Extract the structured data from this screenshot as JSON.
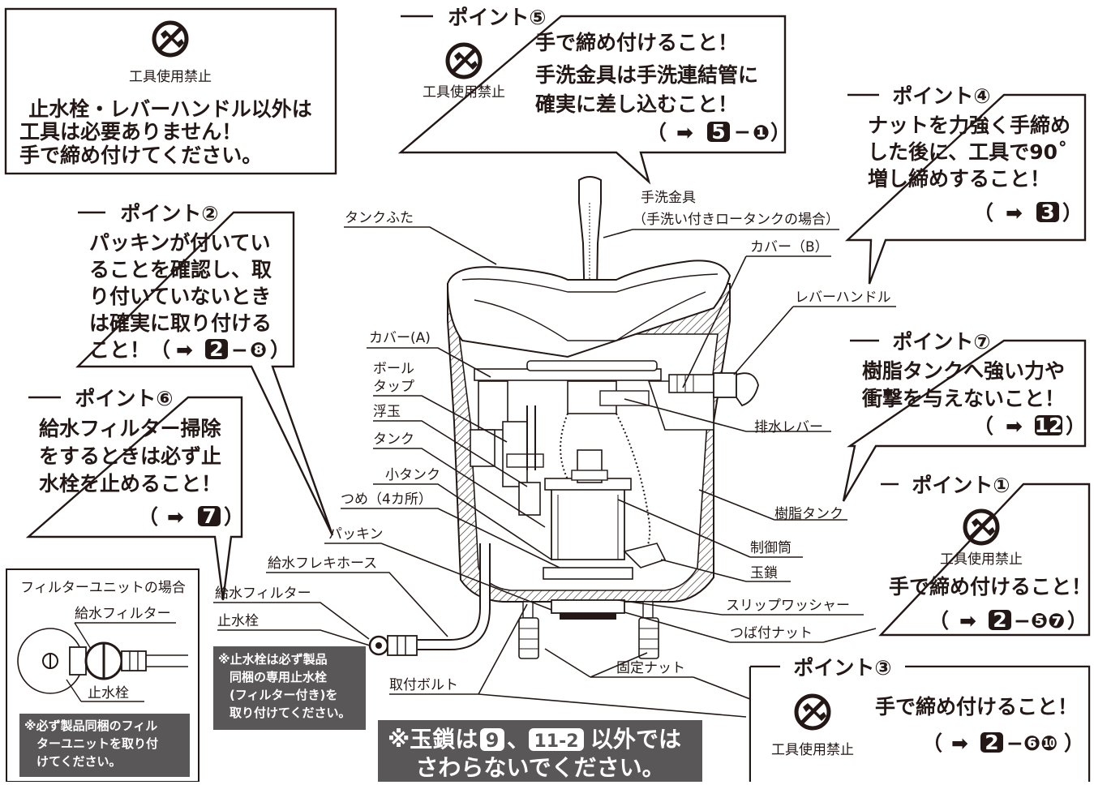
{
  "top_left": {
    "caption": "工具使用禁止",
    "lines": [
      "止水栓・レバーハンドル以外は",
      "工具は必要ありません！",
      "手で締め付けてください。"
    ]
  },
  "point5": {
    "title": "ポイント⑤",
    "caption": "工具使用禁止",
    "lines": [
      "手で締め付けること！",
      "手洗金具は手洗連結管に",
      "確実に差し込むこと！"
    ],
    "ref": [
      "（",
      "5",
      "−",
      "❶",
      "）"
    ]
  },
  "point4": {
    "title": "ポイント④",
    "lines": [
      "ナットを力強く手締め",
      "した後に、工具で90˚",
      "増し締めすること！"
    ],
    "ref": [
      "（",
      "3",
      "）"
    ]
  },
  "point2": {
    "title": "ポイント②",
    "lines": [
      "パッキンが付いてい",
      "ることを確認し、取",
      "り付いていないとき",
      "は確実に取り付ける"
    ],
    "last_line": "こと！（",
    "ref": [
      "2",
      "−",
      "❽",
      "）"
    ]
  },
  "point6": {
    "title": "ポイント⑥",
    "lines": [
      "給水フィルター掃除",
      "をするときは必ず止",
      "水栓を止めること！"
    ],
    "ref": [
      "（",
      "7",
      "）"
    ]
  },
  "point7": {
    "title": "ポイント⑦",
    "lines": [
      "樹脂タンクへ強い力や",
      "衝撃を与えないこと！"
    ],
    "ref": [
      "（",
      "12",
      "）"
    ]
  },
  "point1": {
    "title": "ポイント①",
    "caption": "工具使用禁止",
    "line": "手で締め付けること！",
    "ref": [
      "（",
      "2",
      "−",
      "❺❼",
      "）"
    ]
  },
  "point3": {
    "title": "ポイント③",
    "caption": "工具使用禁止",
    "line": "手で締め付けること！",
    "ref": [
      "（",
      "2",
      "−",
      "❻❿",
      "）"
    ]
  },
  "filter_unit": {
    "title": "フィルターユニットの場合",
    "label_filter": "給水フィルター",
    "label_valve": "止水栓",
    "note": [
      "※必ず製品同梱のフィル",
      "ターユニットを取り付",
      "けてください。"
    ]
  },
  "valve_note": [
    "※止水栓は必ず製品",
    "同梱の専用止水栓",
    "(フィルター付き)を",
    "取り付けてください。"
  ],
  "chain_warning": {
    "prefix": "※玉鎖は",
    "badge1": "9",
    "sep": "、",
    "badge2": "11-2",
    "suffix": "以外では",
    "line2": "さわらないでください。"
  },
  "labels": {
    "tank_lid": "タンクふた",
    "faucet": "手洗金具",
    "faucet_sub": "（手洗い付きロータンクの場合）",
    "cover_b": "カバー（B）",
    "lever_handle": "レバーハンドル",
    "cover_a": "カバー(A)",
    "ball_tap_1": "ボール",
    "ball_tap_2": "タップ",
    "float": "浮玉",
    "tank": "タンク",
    "small_tank": "小タンク",
    "claw": "つめ（4カ所）",
    "packing": "パッキン",
    "flex_hose": "給水フレキホース",
    "supply_filter": "給水フィルター",
    "stop_valve": "止水栓",
    "drain_lever": "排水レバー",
    "resin_tank": "樹脂タンク",
    "control_tube": "制御筒",
    "ball_chain": "玉鎖",
    "slip_washer": "スリップワッシャー",
    "flange_nut": "つば付ナット",
    "fixing_nut": "固定ナット",
    "mounting_bolt": "取付ボルト"
  }
}
